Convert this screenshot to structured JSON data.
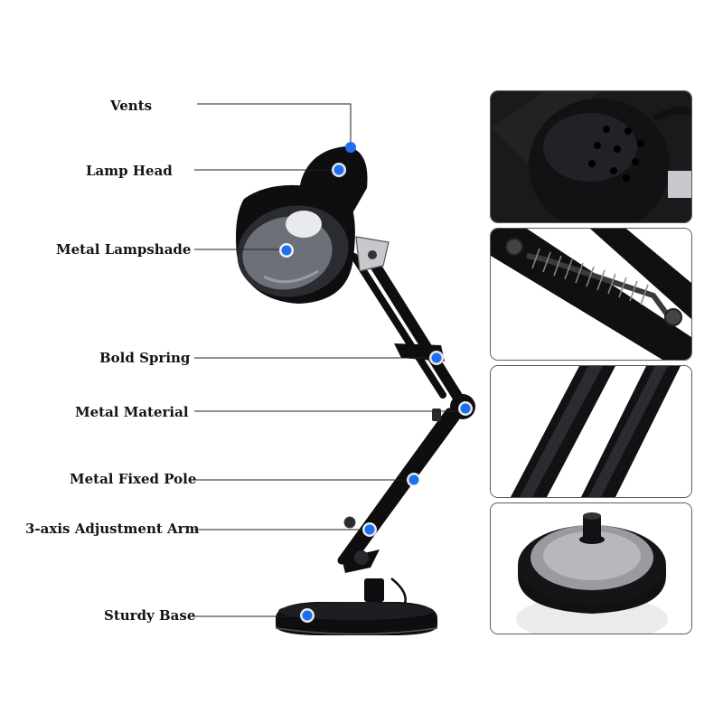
{
  "callouts": [
    {
      "id": "vents",
      "label": "Vents"
    },
    {
      "id": "lamp-head",
      "label": "Lamp Head"
    },
    {
      "id": "metal-lampshade",
      "label": "Metal Lampshade"
    },
    {
      "id": "bold-spring",
      "label": "Bold Spring"
    },
    {
      "id": "metal-material",
      "label": "Metal Material"
    },
    {
      "id": "metal-fixed-pole",
      "label": "Metal Fixed Pole"
    },
    {
      "id": "adjustment-arm",
      "label": "3-axis Adjustment Arm"
    },
    {
      "id": "sturdy-base",
      "label": "Sturdy Base"
    }
  ],
  "colors": {
    "marker": "#1e6ff0",
    "lamp_body": "#0e0e10",
    "leader_line": "#222222",
    "panel_border": "#5a5a5a"
  },
  "detail_panels": [
    {
      "id": "vents-closeup",
      "depicts": "vents-icon"
    },
    {
      "id": "spring-closeup",
      "depicts": "spring-icon"
    },
    {
      "id": "arm-closeup",
      "depicts": "arm-bars-icon"
    },
    {
      "id": "base-closeup",
      "depicts": "base-icon"
    }
  ]
}
